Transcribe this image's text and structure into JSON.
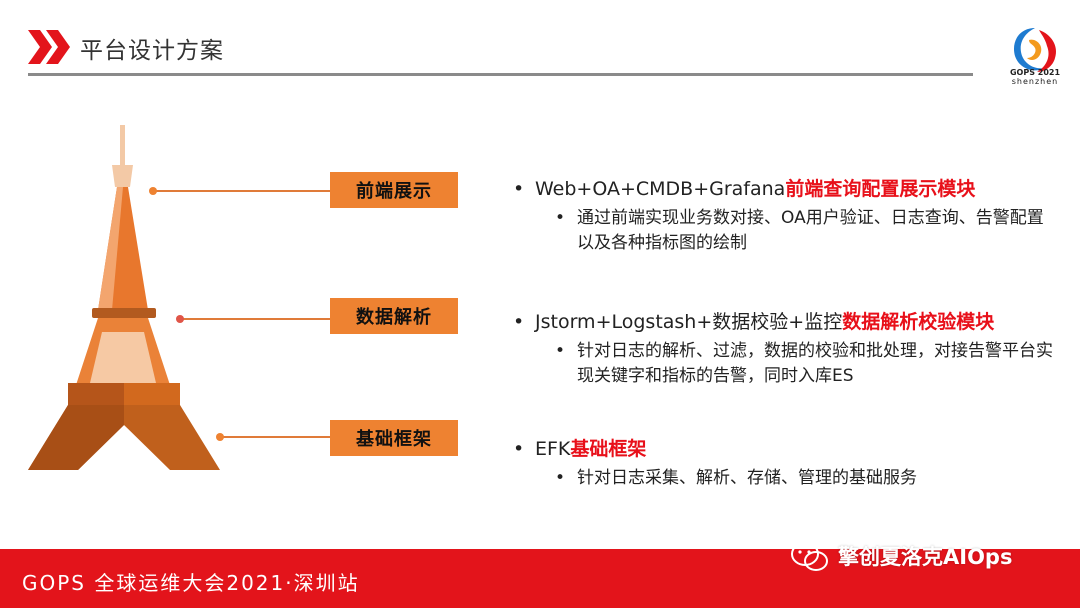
{
  "header": {
    "title": "平台设计方案",
    "logo": {
      "name": "GOPS 2021",
      "sub": "shenzhen"
    }
  },
  "layers": [
    {
      "label": "前端展示",
      "main_prefix": "Web+OA+CMDB+Grafana",
      "main_highlight": "前端查询配置展示模块",
      "detail": "通过前端实现业务数对接、OA用户验证、日志查询、告警配置以及各种指标图的绘制"
    },
    {
      "label": "数据解析",
      "main_prefix": "Jstorm+Logstash+数据校验+监控",
      "main_highlight": "数据解析校验模块",
      "detail": "针对日志的解析、过滤，数据的校验和批处理，对接告警平台实现关键字和指标的告警，同时入库ES"
    },
    {
      "label": "基础框架",
      "main_prefix": "EFK",
      "main_highlight": "基础框架",
      "detail": "针对日志采集、解析、存储、管理的基础服务"
    }
  ],
  "footer": {
    "text": "GOPS 全球运维大会2021·深圳站",
    "watermark": "擎创夏洛克AIOps"
  },
  "colors": {
    "accent_orange": "#ee8231",
    "highlight_red": "#e8101a",
    "footer_red": "#e3141b"
  }
}
